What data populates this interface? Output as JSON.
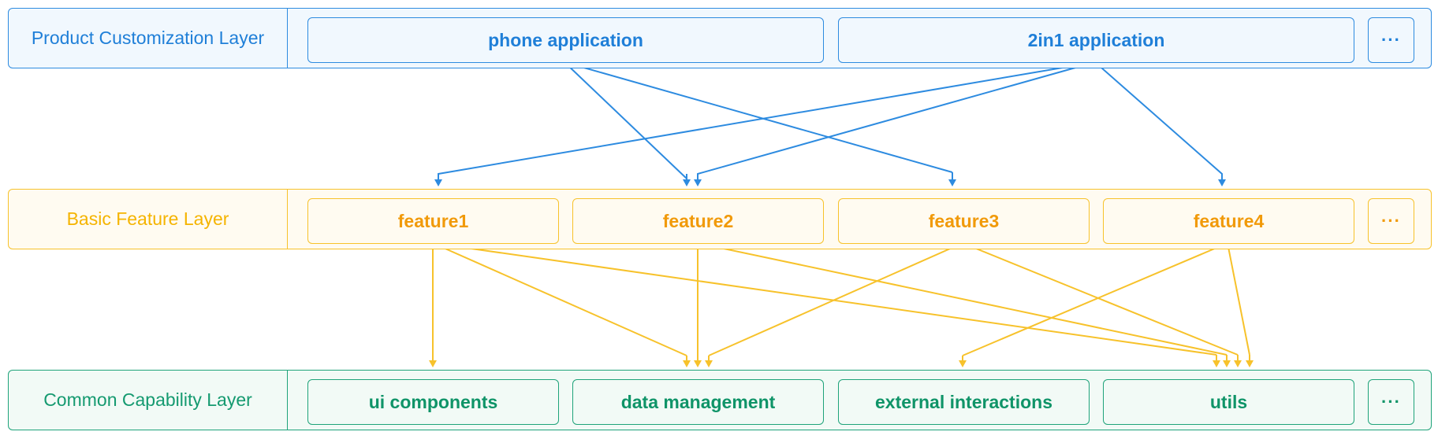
{
  "product_layer": {
    "label": "Product Customization Layer",
    "items": [
      "phone application",
      "2in1 application"
    ],
    "more": "···"
  },
  "feature_layer": {
    "label": "Basic Feature Layer",
    "items": [
      "feature1",
      "feature2",
      "feature3",
      "feature4"
    ],
    "more": "···"
  },
  "common_layer": {
    "label": "Common Capability Layer",
    "items": [
      "ui components",
      "data management",
      "external interactions",
      "utils"
    ],
    "more": "···"
  },
  "colors": {
    "product": "#2d8be0",
    "feature": "#f7c22b",
    "common": "#1fa37a"
  },
  "links": [
    {
      "from": "phone application",
      "to": "feature2"
    },
    {
      "from": "phone application",
      "to": "feature3"
    },
    {
      "from": "2in1 application",
      "to": "feature1"
    },
    {
      "from": "2in1 application",
      "to": "feature2"
    },
    {
      "from": "2in1 application",
      "to": "feature4"
    },
    {
      "from": "feature1",
      "to": "ui components"
    },
    {
      "from": "feature1",
      "to": "data management"
    },
    {
      "from": "feature1",
      "to": "utils"
    },
    {
      "from": "feature2",
      "to": "data management"
    },
    {
      "from": "feature2",
      "to": "utils"
    },
    {
      "from": "feature3",
      "to": "data management"
    },
    {
      "from": "feature3",
      "to": "utils"
    },
    {
      "from": "feature4",
      "to": "external interactions"
    },
    {
      "from": "feature4",
      "to": "utils"
    }
  ]
}
